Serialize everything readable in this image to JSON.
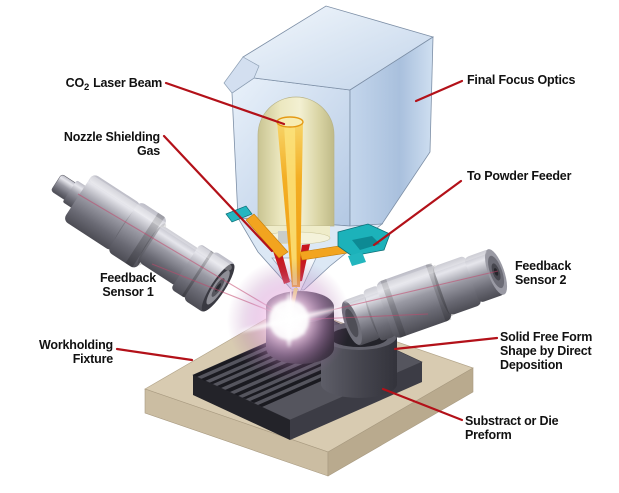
{
  "diagram": {
    "title": "Laser direct deposition process diagram",
    "labels": {
      "co2_laser_beam": {
        "prefix": "CO",
        "subscript": "2",
        "suffix": "Laser Beam"
      },
      "final_focus_optics": {
        "line1": "Final Focus Optics"
      },
      "nozzle_shielding_gas": {
        "line1": "Nozzle Shielding",
        "line2": "Gas"
      },
      "to_powder_feeder": {
        "line1": "To Powder Feeder"
      },
      "feedback_sensor_1": {
        "line1": "Feedback",
        "line2": "Sensor 1"
      },
      "feedback_sensor_2": {
        "line1": "Feedback",
        "line2": "Sensor 2"
      },
      "workholding_fixture": {
        "line1": "Workholding",
        "line2": "Fixture"
      },
      "solid_free_form": {
        "line1": "Solid Free Form",
        "line2": "Shape by Direct",
        "line3": "Deposition"
      },
      "substract_or_die_preform": {
        "line1": "Substract or Die",
        "line2": "Preform"
      }
    },
    "colors": {
      "leader_line": "#b31119",
      "label_text": "#111111",
      "laser_beam_orange": "#f2a51e",
      "powder_fitting_teal": "#1cb2ba",
      "optics_box_blue": "#c9d9ee",
      "sensor_gray": "#9a9aa4",
      "fixture_tan": "#d8cbb1",
      "substrate_gray": "#55555e",
      "melt_glow_white": "#ffffff"
    }
  }
}
